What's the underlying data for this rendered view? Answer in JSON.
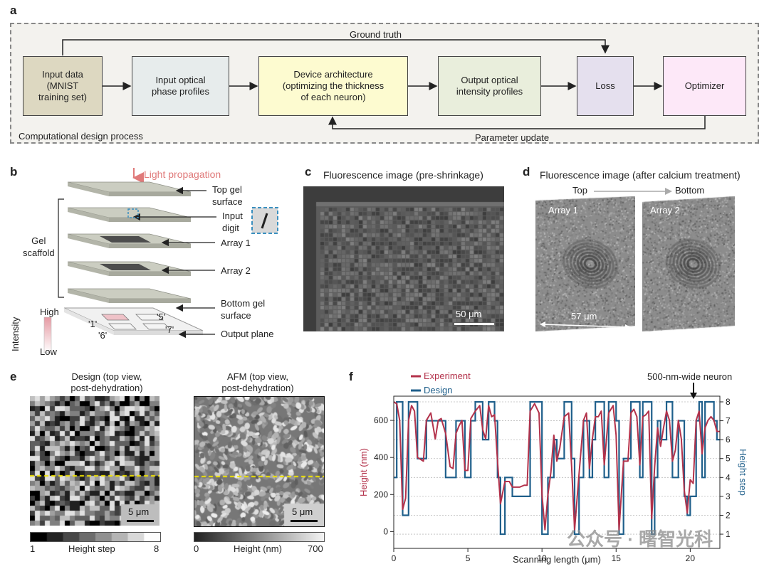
{
  "panel_a": {
    "label": "a",
    "frame_caption": "Computational design process",
    "top_arrow_label": "Ground truth",
    "bottom_arrow_label": "Parameter update",
    "boxes": [
      {
        "text": "Input data\n(MNIST\ntraining set)",
        "color": "#ddd8c1"
      },
      {
        "text": "Input optical\nphase profiles",
        "color": "#e7ecec"
      },
      {
        "text": "Device architecture\n(optimizing the thickness\nof each neuron)",
        "color": "#fdfbd0"
      },
      {
        "text": "Output optical\nintensity profiles",
        "color": "#e9eedc"
      },
      {
        "text": "Loss",
        "color": "#e5e0ee"
      },
      {
        "text": "Optimizer",
        "color": "#fde8f8"
      }
    ]
  },
  "panel_b": {
    "label": "b",
    "light": "Light propagation",
    "layer_labels": [
      "Top gel\nsurface",
      "Input\ndigit",
      "Array 1",
      "Array 2",
      "Bottom gel\nsurface",
      "Output plane"
    ],
    "scaffold": "Gel\nscaffold",
    "intensity": "Intensity",
    "high": "High",
    "low": "Low",
    "digits": [
      "'1'",
      "'5'",
      "'6'",
      "'7'"
    ]
  },
  "panel_c": {
    "label": "c",
    "title": "Fluorescence image (pre-shrinkage)",
    "scale": "50 μm"
  },
  "panel_d": {
    "label": "d",
    "title": "Fluorescence image (after calcium treatment)",
    "top": "Top",
    "bottom": "Bottom",
    "array1": "Array 1",
    "array2": "Array 2",
    "scale": "57 μm"
  },
  "panel_e": {
    "label": "e",
    "design_title": "Design (top view,\npost-dehydration)",
    "afm_title": "AFM (top view,\npost-dehydration)",
    "scale": "5 μm",
    "cb1_min": "1",
    "cb1_label": "Height step",
    "cb1_max": "8",
    "cb2_min": "0",
    "cb2_label": "Height (nm)",
    "cb2_max": "700"
  },
  "panel_f": {
    "label": "f",
    "annotation": "500-nm-wide neuron",
    "watermark": "公众号 · 曙智光科"
  },
  "chart_data": {
    "type": "line",
    "xlabel": "Scanning length (μm)",
    "ylabel": "Height (nm)",
    "y2label": "Height step",
    "xlim": [
      0,
      22
    ],
    "ylim": [
      -60,
      700
    ],
    "y2lim": [
      0.55,
      8
    ],
    "xticks": [
      0,
      5,
      10,
      15,
      20
    ],
    "yticks": [
      0,
      200,
      400,
      600
    ],
    "y2ticks": [
      1,
      2,
      3,
      4,
      5,
      6,
      7,
      8
    ],
    "legend_position": "top-left",
    "series": [
      {
        "name": "Experiment",
        "color": "#b3324b",
        "x": [
          0,
          0.2,
          0.4,
          0.6,
          0.8,
          1.0,
          1.2,
          1.4,
          1.6,
          1.8,
          2.0,
          2.2,
          2.5,
          2.8,
          3.0,
          3.2,
          3.5,
          3.8,
          4.0,
          4.2,
          4.4,
          4.6,
          4.8,
          5.0,
          5.2,
          5.5,
          5.8,
          6.0,
          6.2,
          6.4,
          6.6,
          6.8,
          7.0,
          7.2,
          7.5,
          7.8,
          8.0,
          8.2,
          8.5,
          8.8,
          9.0,
          9.2,
          9.5,
          9.8,
          10.0,
          10.2,
          10.4,
          10.6,
          10.8,
          11.0,
          11.2,
          11.5,
          11.8,
          12.0,
          12.2,
          12.5,
          12.8,
          13.0,
          13.2,
          13.4,
          13.6,
          13.8,
          14.0,
          14.2,
          14.5,
          14.8,
          15.0,
          15.2,
          15.5,
          15.8,
          16.0,
          16.2,
          16.4,
          16.6,
          16.8,
          17.0,
          17.2,
          17.4,
          17.6,
          17.8,
          18.0,
          18.2,
          18.4,
          18.6,
          18.8,
          19.0,
          19.2,
          19.4,
          19.6,
          19.8,
          20.0,
          20.2,
          20.4,
          20.6,
          20.8,
          21.0,
          21.2,
          21.4,
          21.6,
          21.8,
          22.0
        ],
        "y": [
          700,
          690,
          600,
          120,
          180,
          600,
          680,
          650,
          400,
          390,
          380,
          600,
          640,
          500,
          600,
          610,
          530,
          350,
          340,
          530,
          570,
          600,
          330,
          330,
          610,
          650,
          680,
          550,
          500,
          680,
          620,
          630,
          380,
          150,
          270,
          270,
          240,
          240,
          240,
          250,
          250,
          650,
          690,
          640,
          200,
          10,
          200,
          320,
          520,
          380,
          450,
          620,
          640,
          350,
          10,
          310,
          600,
          640,
          340,
          500,
          620,
          620,
          650,
          360,
          640,
          680,
          520,
          10,
          380,
          380,
          640,
          660,
          620,
          360,
          620,
          630,
          650,
          70,
          350,
          560,
          460,
          560,
          650,
          600,
          380,
          440,
          600,
          500,
          220,
          100,
          280,
          260,
          600,
          650,
          420,
          560,
          600,
          620,
          600,
          540,
          540
        ]
      },
      {
        "name": "Design",
        "color": "#1f5f8b",
        "x": [
          0,
          0.2,
          0.4,
          0.6,
          0.8,
          1.0,
          1.2,
          1.4,
          1.6,
          1.8,
          2.0,
          2.2,
          2.5,
          2.8,
          3.0,
          3.2,
          3.5,
          3.8,
          4.0,
          4.2,
          4.4,
          4.6,
          4.8,
          5.0,
          5.2,
          5.5,
          5.8,
          6.0,
          6.2,
          6.4,
          6.6,
          6.8,
          7.0,
          7.2,
          7.5,
          7.8,
          8.0,
          8.2,
          8.5,
          8.8,
          9.0,
          9.2,
          9.5,
          9.8,
          10.0,
          10.2,
          10.4,
          10.6,
          10.8,
          11.0,
          11.2,
          11.5,
          11.8,
          12.0,
          12.2,
          12.5,
          12.8,
          13.0,
          13.2,
          13.4,
          13.6,
          13.8,
          14.0,
          14.2,
          14.5,
          14.8,
          15.0,
          15.2,
          15.5,
          15.8,
          16.0,
          16.2,
          16.4,
          16.6,
          16.8,
          17.0,
          17.2,
          17.4,
          17.6,
          17.8,
          18.0,
          18.2,
          18.4,
          18.6,
          18.8,
          19.0,
          19.2,
          19.4,
          19.6,
          19.8,
          20.0,
          20.2,
          20.4,
          20.6,
          20.8,
          21.0,
          21.2,
          21.4,
          21.6,
          21.8,
          22.0
        ],
        "y": [
          4,
          8,
          8,
          2,
          2,
          8,
          8,
          8,
          5,
          5,
          5,
          7,
          7,
          7,
          7,
          7,
          4,
          4,
          4,
          7,
          7,
          7,
          4,
          4,
          7,
          8,
          8,
          6,
          6,
          8,
          8,
          7,
          4,
          1,
          4,
          4,
          3,
          3,
          3,
          3,
          3,
          8,
          8,
          8,
          1,
          1,
          4,
          4,
          6,
          5,
          5,
          8,
          8,
          5,
          1,
          4,
          7,
          7,
          4,
          6,
          8,
          8,
          8,
          4,
          8,
          8,
          7,
          1,
          5,
          5,
          8,
          8,
          8,
          4,
          8,
          8,
          8,
          1,
          4,
          7,
          6,
          6,
          8,
          8,
          4,
          4,
          7,
          7,
          3,
          2,
          3,
          3,
          7,
          8,
          4,
          8,
          8,
          8,
          7,
          6,
          6
        ]
      }
    ]
  }
}
